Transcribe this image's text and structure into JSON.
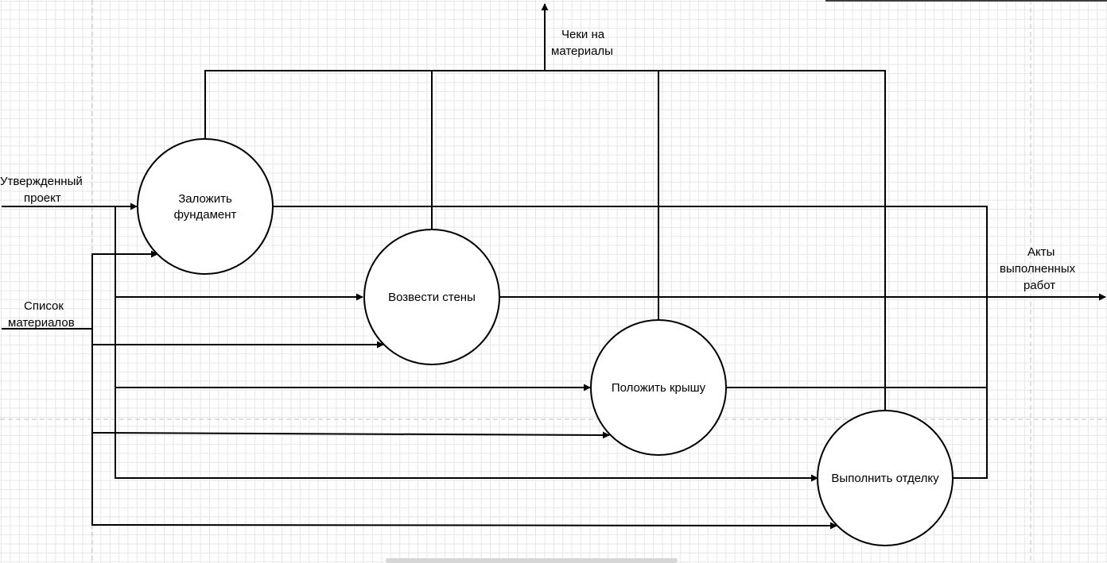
{
  "processes": [
    {
      "id": "p1",
      "label": [
        "Заложить",
        "фундамент"
      ]
    },
    {
      "id": "p2",
      "label": [
        "Возвести стены"
      ]
    },
    {
      "id": "p3",
      "label": [
        "Положить крышу"
      ]
    },
    {
      "id": "p4",
      "label": [
        "Выполнить отделку"
      ]
    }
  ],
  "inputs": {
    "project": [
      "Утвержденный",
      "проект"
    ],
    "materials_list": [
      "Список",
      "материалов"
    ]
  },
  "outputs": {
    "receipts": [
      "Чеки на",
      "материалы"
    ],
    "acts": [
      "Акты",
      "выполненных",
      "работ"
    ]
  },
  "colors": {
    "stroke": "#000000",
    "grid": "#e6e6e6",
    "page_break": "#c0c0c0",
    "background": "#ffffff"
  }
}
